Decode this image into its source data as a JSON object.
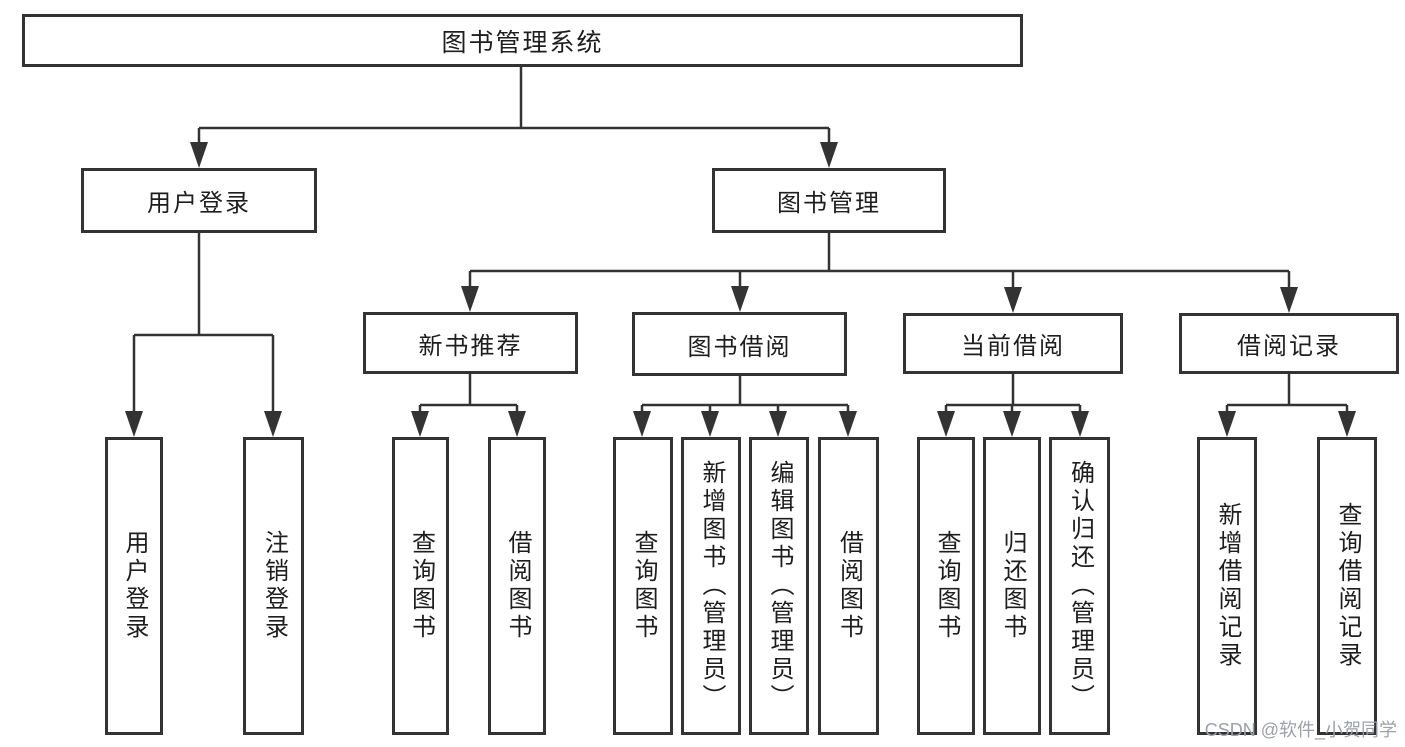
{
  "colors": {
    "line": "#333333",
    "text": "#1e1e1e",
    "watermark": "#9ba1a8",
    "background": "#ffffff"
  },
  "watermark": {
    "text": "CSDN @软件_小贺同学"
  },
  "tree": {
    "root": "图书管理系统",
    "children": [
      {
        "label": "用户登录",
        "children": [
          {
            "label": "用户登录"
          },
          {
            "label": "注销登录"
          }
        ]
      },
      {
        "label": "图书管理",
        "children": [
          {
            "label": "新书推荐",
            "children": [
              {
                "label": "查询图书"
              },
              {
                "label": "借阅图书"
              }
            ]
          },
          {
            "label": "图书借阅",
            "children": [
              {
                "label": "查询图书"
              },
              {
                "label": "新增图书（管理员）"
              },
              {
                "label": "编辑图书（管理员）"
              },
              {
                "label": "借阅图书"
              }
            ]
          },
          {
            "label": "当前借阅",
            "children": [
              {
                "label": "查询图书"
              },
              {
                "label": "归还图书"
              },
              {
                "label": "确认归还（管理员）"
              }
            ]
          },
          {
            "label": "借阅记录",
            "children": [
              {
                "label": "新增借阅记录"
              },
              {
                "label": "查询借阅记录"
              }
            ]
          }
        ]
      }
    ]
  }
}
